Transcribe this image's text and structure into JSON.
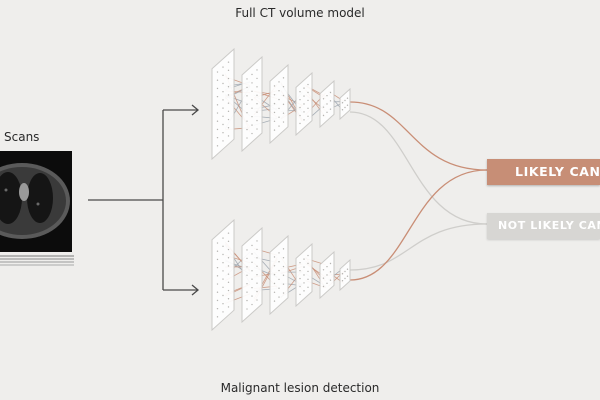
{
  "labels": {
    "top_model": "Full CT volume model",
    "bottom_model": "Malignant lesion detection",
    "input": "Scans"
  },
  "outputs": {
    "likely": "LIKELY CANC",
    "not_likely": "NOT LIKELY CANC"
  },
  "colors": {
    "background": "#efeeec",
    "likely_pill": "#c78e76",
    "not_likely_pill": "#d7d6d3",
    "likely_path": "#c98e76",
    "not_likely_path": "#cfcecb",
    "arrow": "#4a4a4a",
    "layer_fill": "#ffffff",
    "layer_stroke": "#c9c8c5"
  },
  "icons": {
    "input": "ct-scan-stack-icon"
  }
}
